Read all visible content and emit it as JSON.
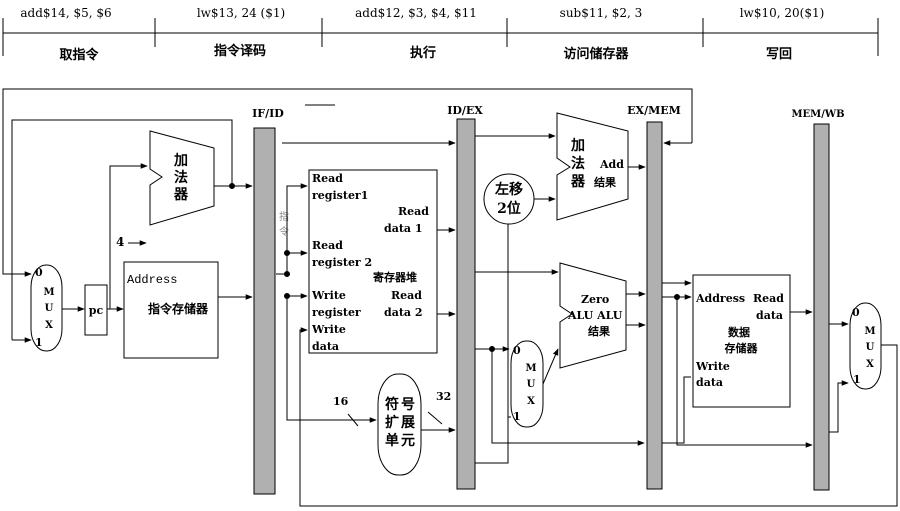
{
  "stages": {
    "instructions": [
      "add$14, $5, $6",
      "lw$13, 24 ($1)",
      "add$12, $3, $4, $11",
      "sub$11, $2, 3",
      "lw$10, 20($1)"
    ],
    "names": [
      "取指令",
      "指令译码",
      "执行",
      "访问储存器",
      "写回"
    ]
  },
  "registers": {
    "if_id": "IF/ID",
    "id_ex": "ID/EX",
    "ex_mem": "EX/MEM",
    "mem_wb": "MEM/WB"
  },
  "fetch": {
    "adder": [
      "加",
      "法",
      "器"
    ],
    "const_four": "4",
    "mux1": {
      "top": "0",
      "letters": [
        "M",
        "U",
        "X"
      ],
      "bottom": "1"
    },
    "pc": "pc",
    "imem_address": "Address",
    "imem_title": "指令存储器",
    "ifid_vertical": [
      "指",
      "令"
    ]
  },
  "regfile": {
    "read_reg1_a": "Read",
    "read_reg1_b": "register1",
    "read_data1_a": "Read",
    "read_data1_b": "data 1",
    "read_reg2_a": "Read",
    "read_reg2_b": "register 2",
    "title": "寄存器堆",
    "write_reg_a": "Write",
    "write_reg_b": "register",
    "read_data2_a": "Read",
    "read_data2_b": "data 2",
    "write_data_a": "Write",
    "write_data_b": "data"
  },
  "extend": {
    "chars": [
      "符",
      "号",
      "扩",
      "展",
      "单",
      "元"
    ],
    "in_bits": "16",
    "out_bits": "32"
  },
  "execute": {
    "shift": [
      "左移",
      "2位"
    ],
    "add_chars": [
      "加",
      "法",
      "器"
    ],
    "add_label": "Add",
    "add_result": "结果",
    "alu_zero": "Zero",
    "alu_name": "ALU ALU",
    "alu_result": "结果",
    "mux2": {
      "top": "0",
      "letters": [
        "M",
        "U",
        "X"
      ],
      "bottom": "1"
    }
  },
  "memory": {
    "address": "Address",
    "read": "Read",
    "data": "data",
    "title_a": "数据",
    "title_b": "存储器",
    "write_a": "Write",
    "write_b": "data"
  },
  "writeback": {
    "mux3": {
      "top": "0",
      "letters": [
        "M",
        "U",
        "X"
      ],
      "bottom": "1"
    }
  },
  "colors": {
    "register_fill": "#b0b0b0",
    "line": "#000000"
  }
}
